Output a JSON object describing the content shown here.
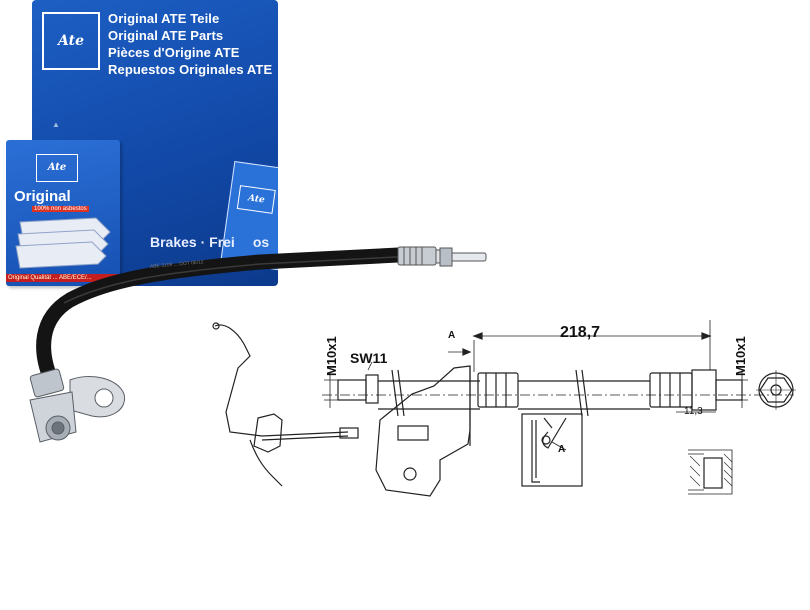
{
  "box": {
    "logo_text": "Ate",
    "lines": [
      "Original ATE Teile",
      "Original ATE Parts",
      "Pièces d'Origine ATE",
      "Repuestos Originales ATE"
    ],
    "brakes_text": "Brakes · Frei",
    "brakes_suffix": "os"
  },
  "small_box": {
    "logo_text": "Ate",
    "title": "Original",
    "tag": "100% non asbestos",
    "footer": "Original Qualität ... ABE/ECE/..."
  },
  "leaflet": {
    "logo_text": "Ate"
  },
  "hose_print": "ABE 3109 ... DOT 06/12",
  "drawing": {
    "length": "218,7",
    "thread_left": "M10x1",
    "thread_right": "M10x1",
    "wrench": "SW11",
    "offset": "11,3",
    "marker_a": "A",
    "marker_a2": "A"
  },
  "colors": {
    "box_blue": "#1249a8",
    "hose_black": "#141414",
    "metal": "#c7ccd2"
  }
}
